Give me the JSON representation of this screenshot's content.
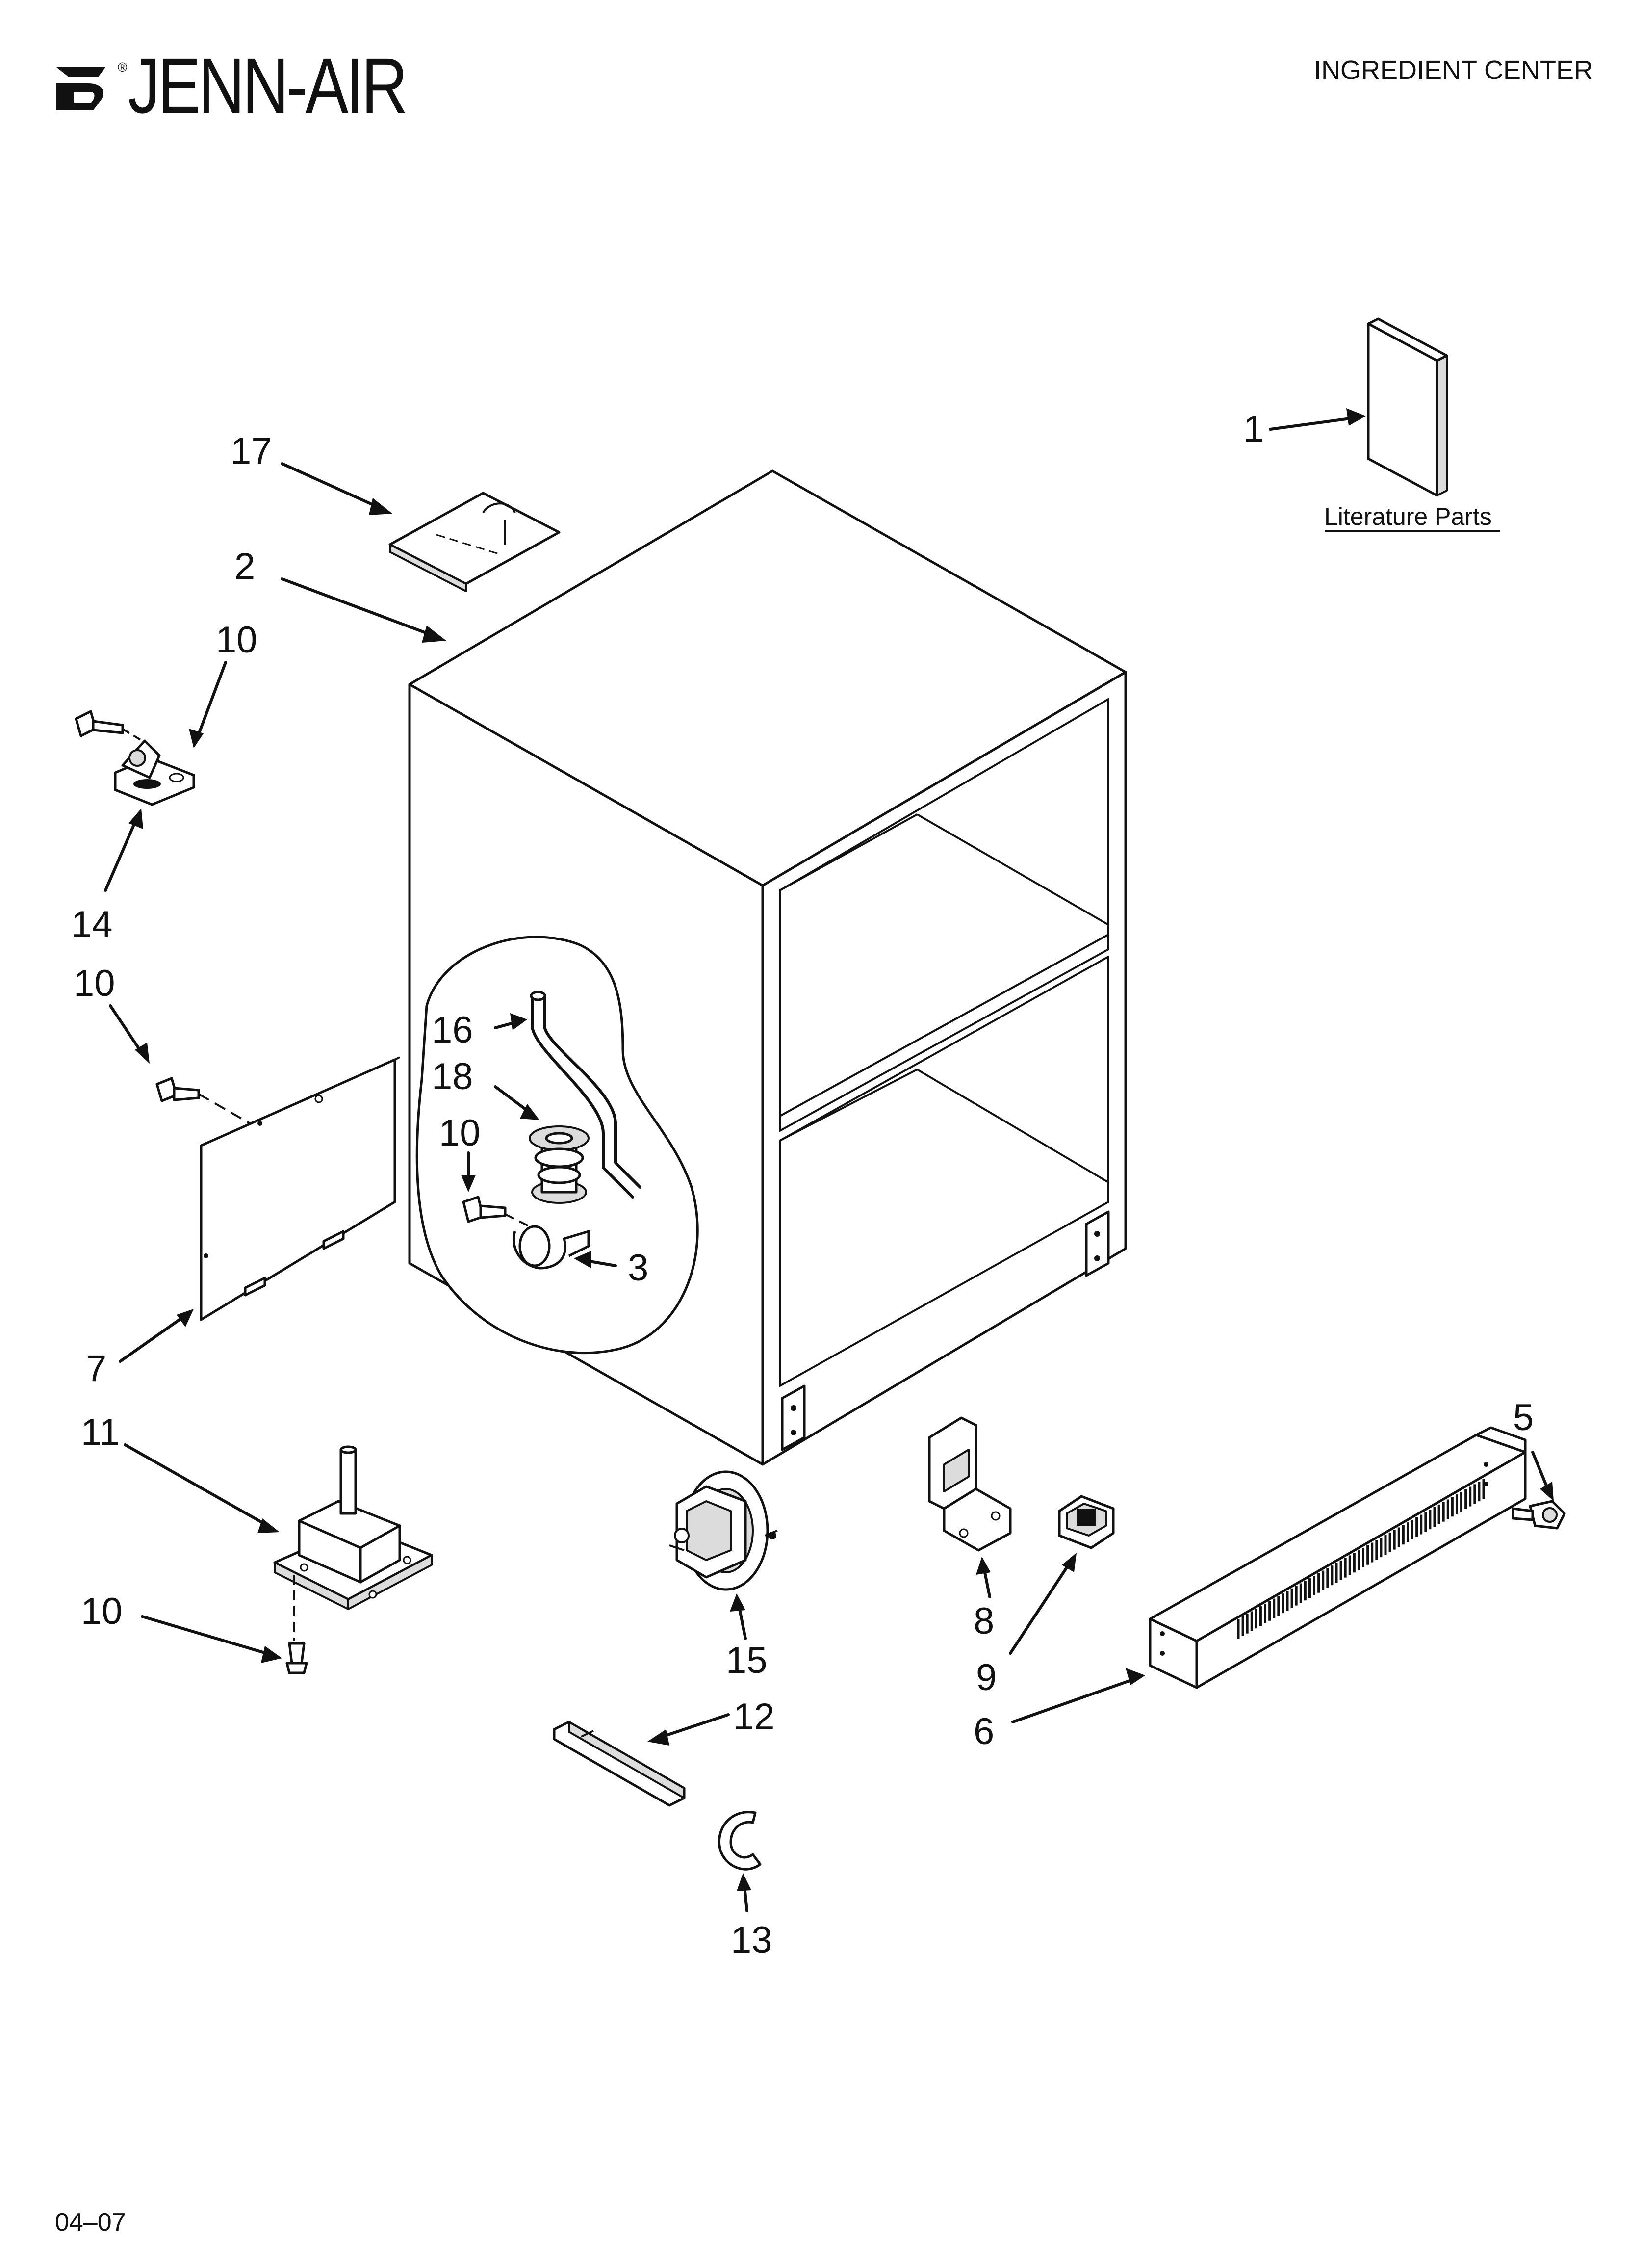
{
  "header": {
    "brand": "JENN-AIR",
    "brand_reg": "®",
    "doc_title": "INGREDIENT CENTER"
  },
  "footer": {
    "date_code": "04–07"
  },
  "literature": {
    "label": "Literature Parts"
  },
  "callouts": {
    "c1": "1",
    "c2": "2",
    "c3": "3",
    "c5": "5",
    "c6": "6",
    "c7": "7",
    "c8": "8",
    "c9": "9",
    "c10a": "10",
    "c10b": "10",
    "c10c": "10",
    "c10d": "10",
    "c11": "11",
    "c12": "12",
    "c13": "13",
    "c14": "14",
    "c15": "15",
    "c16": "16",
    "c17": "17",
    "c18": "18"
  }
}
